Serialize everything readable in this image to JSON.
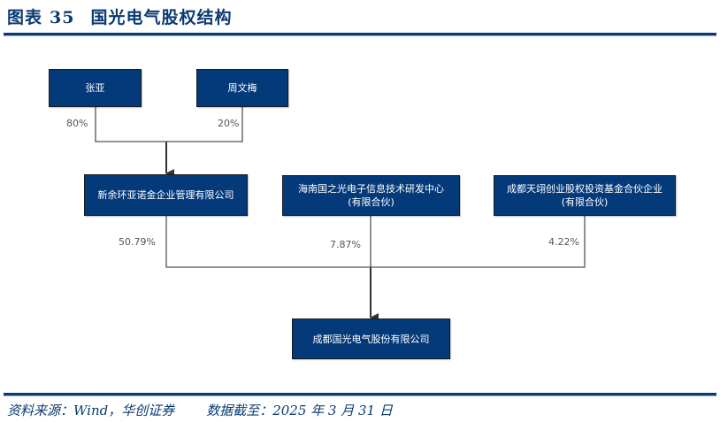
{
  "header": {
    "figure_label": "图表",
    "figure_number": "35",
    "title": "国光电气股权结构"
  },
  "diagram": {
    "type": "ownership-structure",
    "nodes": {
      "zhang_ya": {
        "label": "张亚"
      },
      "zhou_wenmei": {
        "label": "周文梅"
      },
      "xinyu": {
        "label": "新余环亚诺金企业管理有限公司"
      },
      "hainan": {
        "line1": "海南国之光电子信息技术研发中心",
        "line2": "(有限合伙)"
      },
      "chengdu_tianxiang": {
        "line1": "成都天翊创业股权投资基金合伙企业",
        "line2": "(有限合伙)"
      },
      "target": {
        "label": "成都国光电气股份有限公司"
      }
    },
    "edges": [
      {
        "from": "张亚",
        "to": "新余环亚诺金企业管理有限公司",
        "share": "80%"
      },
      {
        "from": "周文梅",
        "to": "新余环亚诺金企业管理有限公司",
        "share": "20%"
      },
      {
        "from": "新余环亚诺金企业管理有限公司",
        "to": "成都国光电气股份有限公司",
        "share": "50.79%"
      },
      {
        "from": "海南国之光电子信息技术研发中心(有限合伙)",
        "to": "成都国光电气股份有限公司",
        "share": "7.87%"
      },
      {
        "from": "成都天翊创业股权投资基金合伙企业(有限合伙)",
        "to": "成都国光电气股份有限公司",
        "share": "4.22%"
      }
    ],
    "colors": {
      "node_fill": "#043a7a",
      "node_text": "#ffffff",
      "line": "#444444",
      "accent": "#0b3a73"
    }
  },
  "footer": {
    "source": "资料来源：Wind，华创证券",
    "cutoff": "数据截至：2025 年 3 月 31 日"
  }
}
